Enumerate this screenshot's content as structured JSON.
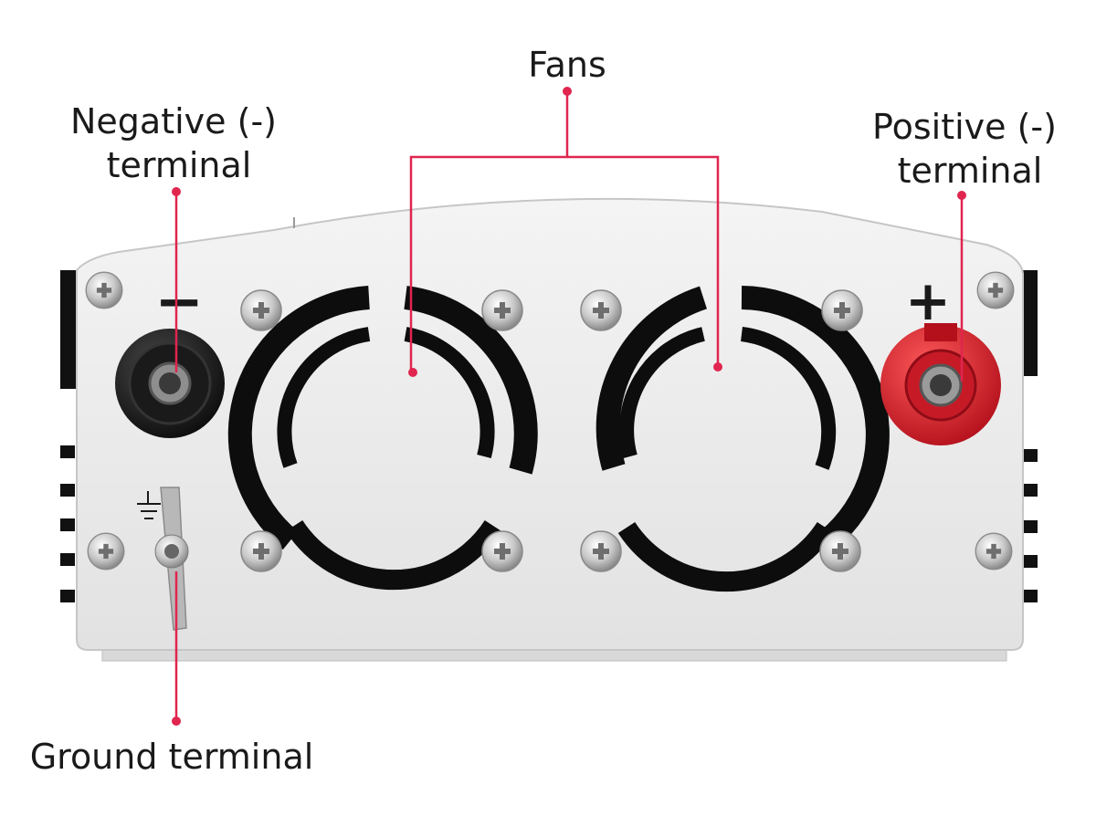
{
  "labels": {
    "fans": "Fans",
    "negative_line1": "Negative (-)",
    "negative_line2": "terminal",
    "positive_line1": "Positive (-)",
    "positive_line2": "terminal",
    "ground": "Ground terminal",
    "minus_symbol": "−",
    "plus_symbol": "+"
  },
  "colors": {
    "callout": "#e0254f",
    "panel": "#ececec",
    "panel_edge": "#cfcfcf",
    "vent": "#0d0d0d",
    "negative_post": "#1b1b1b",
    "positive_post": "#d81e2e"
  },
  "icons": {
    "ground_symbol": "ground-icon",
    "screw": "phillips-screw-icon",
    "fan_grille": "fan-vent-icon"
  }
}
